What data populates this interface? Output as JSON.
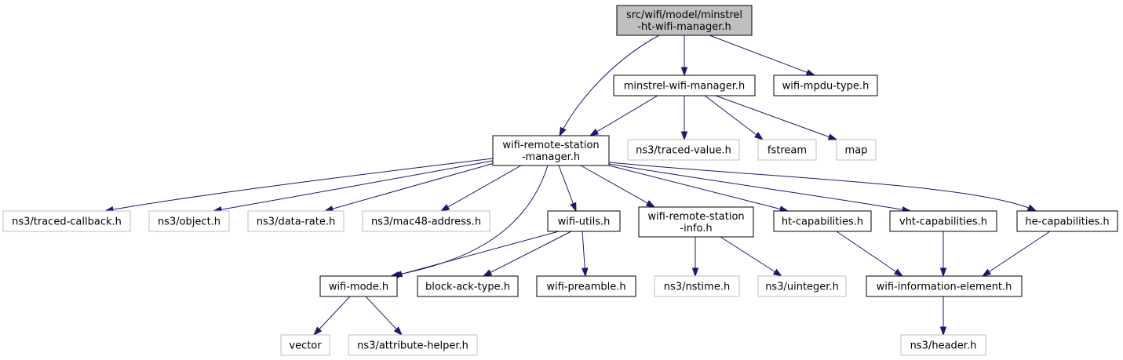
{
  "colors": {
    "edge": "#191970",
    "root_fill": "#bfbfbf",
    "project_stroke": "#000000",
    "external_stroke": "#bfbfbf",
    "fill": "#ffffff"
  },
  "nodes": [
    {
      "id": "root",
      "lines": [
        "src/wifi/model/minstrel",
        "-ht-wifi-manager.h"
      ],
      "kind": "root"
    },
    {
      "id": "minstrel",
      "lines": [
        "minstrel-wifi-manager.h"
      ],
      "kind": "project"
    },
    {
      "id": "mpdu",
      "lines": [
        "wifi-mpdu-type.h"
      ],
      "kind": "project"
    },
    {
      "id": "rsm",
      "lines": [
        "wifi-remote-station",
        "-manager.h"
      ],
      "kind": "project"
    },
    {
      "id": "tracedvalue",
      "lines": [
        "ns3/traced-value.h"
      ],
      "kind": "external"
    },
    {
      "id": "fstream",
      "lines": [
        "fstream"
      ],
      "kind": "external"
    },
    {
      "id": "map",
      "lines": [
        "map"
      ],
      "kind": "external"
    },
    {
      "id": "tracedcb",
      "lines": [
        "ns3/traced-callback.h"
      ],
      "kind": "external"
    },
    {
      "id": "object",
      "lines": [
        "ns3/object.h"
      ],
      "kind": "external"
    },
    {
      "id": "datarate",
      "lines": [
        "ns3/data-rate.h"
      ],
      "kind": "external"
    },
    {
      "id": "mac48",
      "lines": [
        "ns3/mac48-address.h"
      ],
      "kind": "external"
    },
    {
      "id": "utils",
      "lines": [
        "wifi-utils.h"
      ],
      "kind": "project"
    },
    {
      "id": "rsi",
      "lines": [
        "wifi-remote-station",
        "-info.h"
      ],
      "kind": "project"
    },
    {
      "id": "htcap",
      "lines": [
        "ht-capabilities.h"
      ],
      "kind": "project"
    },
    {
      "id": "vhtcap",
      "lines": [
        "vht-capabilities.h"
      ],
      "kind": "project"
    },
    {
      "id": "hecap",
      "lines": [
        "he-capabilities.h"
      ],
      "kind": "project"
    },
    {
      "id": "mode",
      "lines": [
        "wifi-mode.h"
      ],
      "kind": "project"
    },
    {
      "id": "blockack",
      "lines": [
        "block-ack-type.h"
      ],
      "kind": "project"
    },
    {
      "id": "preamble",
      "lines": [
        "wifi-preamble.h"
      ],
      "kind": "project"
    },
    {
      "id": "nstime",
      "lines": [
        "ns3/nstime.h"
      ],
      "kind": "external"
    },
    {
      "id": "uinteger",
      "lines": [
        "ns3/uinteger.h"
      ],
      "kind": "external"
    },
    {
      "id": "infoelem",
      "lines": [
        "wifi-information-element.h"
      ],
      "kind": "project"
    },
    {
      "id": "vector",
      "lines": [
        "vector"
      ],
      "kind": "external"
    },
    {
      "id": "attrhelper",
      "lines": [
        "ns3/attribute-helper.h"
      ],
      "kind": "external"
    },
    {
      "id": "header",
      "lines": [
        "ns3/header.h"
      ],
      "kind": "external"
    }
  ],
  "edges": [
    {
      "from": "root",
      "to": "minstrel"
    },
    {
      "from": "root",
      "to": "mpdu"
    },
    {
      "from": "root",
      "to": "rsm"
    },
    {
      "from": "minstrel",
      "to": "rsm"
    },
    {
      "from": "minstrel",
      "to": "tracedvalue"
    },
    {
      "from": "minstrel",
      "to": "fstream"
    },
    {
      "from": "minstrel",
      "to": "map"
    },
    {
      "from": "rsm",
      "to": "tracedcb"
    },
    {
      "from": "rsm",
      "to": "object"
    },
    {
      "from": "rsm",
      "to": "datarate"
    },
    {
      "from": "rsm",
      "to": "mac48"
    },
    {
      "from": "rsm",
      "to": "utils"
    },
    {
      "from": "rsm",
      "to": "mode"
    },
    {
      "from": "rsm",
      "to": "rsi"
    },
    {
      "from": "rsm",
      "to": "htcap"
    },
    {
      "from": "rsm",
      "to": "vhtcap"
    },
    {
      "from": "rsm",
      "to": "hecap"
    },
    {
      "from": "utils",
      "to": "mode"
    },
    {
      "from": "utils",
      "to": "blockack"
    },
    {
      "from": "utils",
      "to": "preamble"
    },
    {
      "from": "rsi",
      "to": "nstime"
    },
    {
      "from": "rsi",
      "to": "uinteger"
    },
    {
      "from": "htcap",
      "to": "infoelem"
    },
    {
      "from": "vhtcap",
      "to": "infoelem"
    },
    {
      "from": "hecap",
      "to": "infoelem"
    },
    {
      "from": "mode",
      "to": "vector"
    },
    {
      "from": "mode",
      "to": "attrhelper"
    },
    {
      "from": "infoelem",
      "to": "header"
    }
  ]
}
